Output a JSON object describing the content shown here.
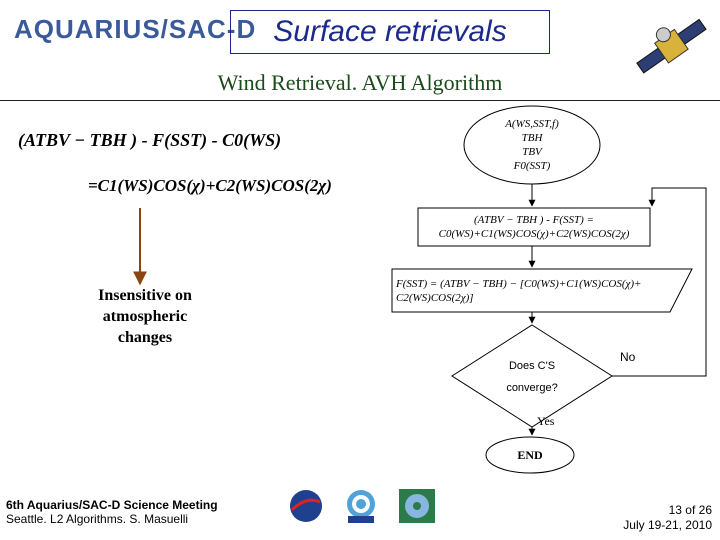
{
  "header": {
    "logo_text": "AQUARIUS/SAC-D",
    "title": "Surface retrievals",
    "subtitle": "Wind Retrieval. AVH Algorithm"
  },
  "equations": {
    "eq1": "(ATBV − TBH ) - F(SST) - C0(WS)",
    "eq2": "=C1(WS)COS(χ)+C2(WS)COS(2χ)"
  },
  "flow": {
    "inputs_lines": [
      "A(WS,SST,f)",
      "TBH",
      "TBV",
      "F0(SST)"
    ],
    "fit_lines": [
      "(ATBV − TBH ) - F(SST) =",
      "C0(WS)+C1(WS)COS(χ)+C2(WS)COS(2χ)"
    ],
    "update_lines": [
      "F(SST) = (ATBV − TBH) − [C0(WS)+C1(WS)COS(χ)+",
      "C2(WS)COS(2χ)]"
    ],
    "decision_line1": "Does C'S",
    "decision_line2": "converge?",
    "no_label": "No",
    "yes_label": "Yes",
    "end_label": "END"
  },
  "note": {
    "line1": "Insensitive on",
    "line2": "atmospheric",
    "line3": "changes"
  },
  "footer": {
    "meeting": "6th Aquarius/SAC-D Science Meeting",
    "place": "Seattle. L2 Algorithms. S. Masuelli",
    "page": "13 of 26",
    "date": "July 19-21, 2010"
  },
  "colors": {
    "title": "#1b2a8a",
    "subtitle": "#1b4a1b",
    "arrow_brown": "#8b4513"
  }
}
